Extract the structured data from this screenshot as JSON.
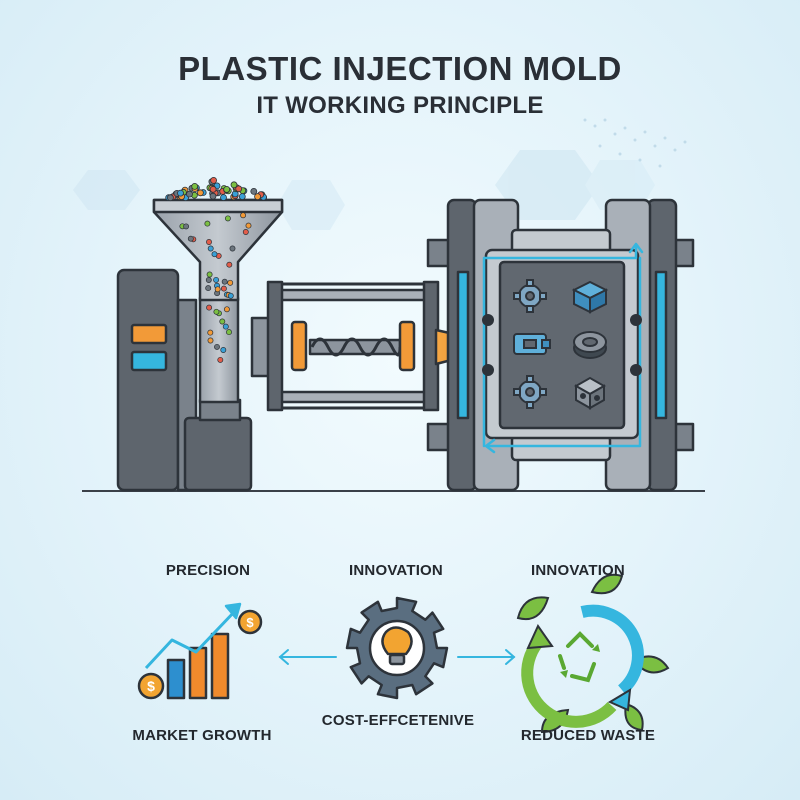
{
  "title": "PLASTIC INJECTION MOLD",
  "subtitle": "IT WORKING PRINCIPLE",
  "benefits": [
    {
      "top_label": "PRECISION",
      "bottom_label": "MARKET GROWTH",
      "icon": "growth-chart-icon"
    },
    {
      "top_label": "INNOVATION",
      "bottom_label": "COST-EFFCETENIVE",
      "icon": "gear-lightbulb-icon"
    },
    {
      "top_label": "INNOVATION",
      "bottom_label": "REDUCED WASTE",
      "icon": "recycle-leaves-icon"
    }
  ],
  "colors": {
    "background": "#e3f3fa",
    "machine_gray": "#60676f",
    "machine_light": "#a9b0b8",
    "accent_orange": "#f29a38",
    "accent_blue": "#35b6df",
    "dark_outline": "#2d333a",
    "leaf_green": "#7bbf42",
    "chart_orange": "#f08a2c",
    "chart_blue": "#2d8fcf",
    "coin_gold": "#f2a431"
  }
}
